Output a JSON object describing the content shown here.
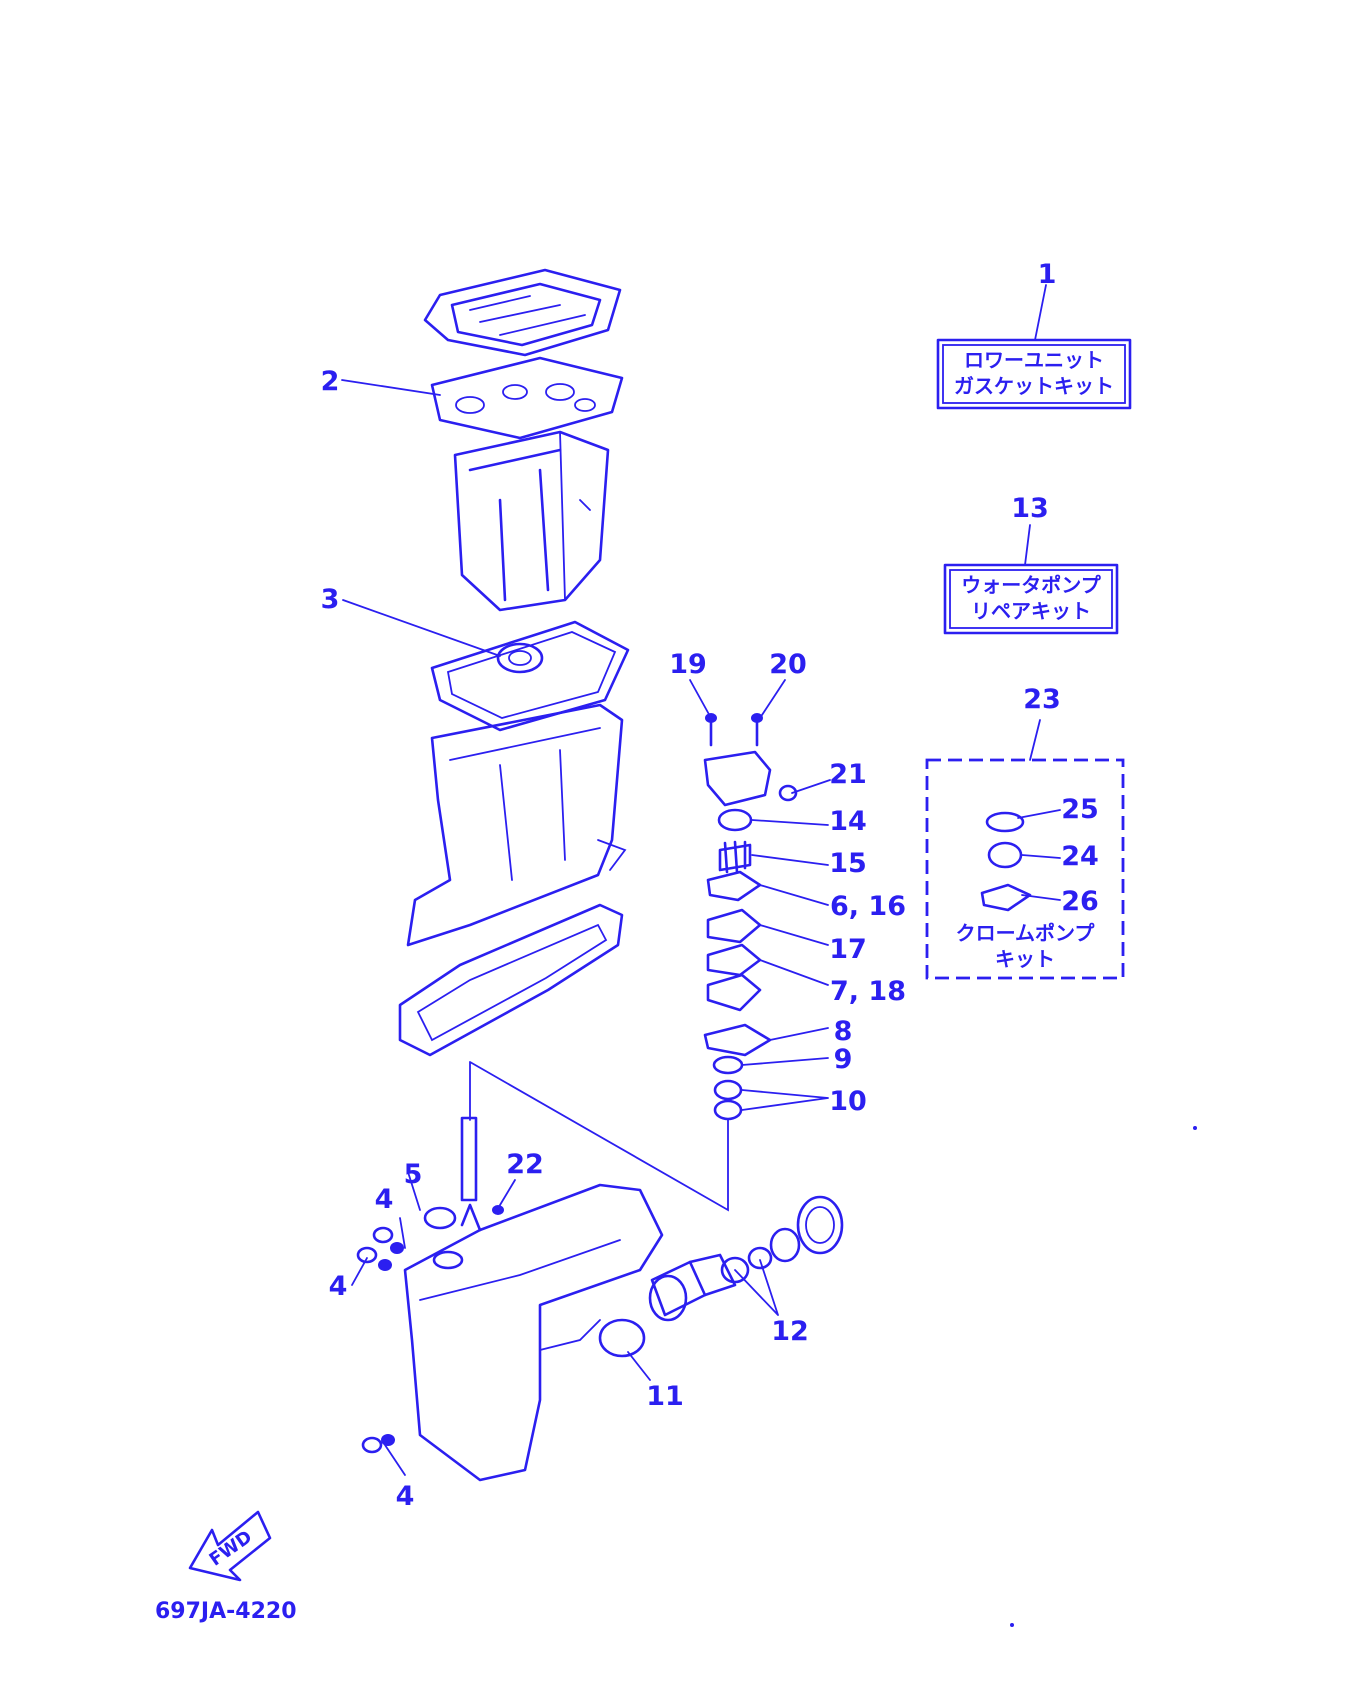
{
  "colors": {
    "ink": "#2b1ff0",
    "paper": "#ffffff"
  },
  "callouts": {
    "c1": "1",
    "c2": "2",
    "c3": "3",
    "c4a": "4",
    "c4b": "4",
    "c4c": "4",
    "c5": "5",
    "c6_16": "6, 16",
    "c7_18": "7, 18",
    "c8": "8",
    "c9": "9",
    "c10": "10",
    "c11": "11",
    "c12": "12",
    "c13": "13",
    "c14": "14",
    "c15": "15",
    "c17": "17",
    "c19": "19",
    "c20": "20",
    "c21": "21",
    "c22": "22",
    "c23": "23",
    "c24": "24",
    "c25": "25",
    "c26": "26"
  },
  "kits": {
    "lower_unit_gasket_kit": {
      "line1": "ロワーユニット",
      "line2": "ガスケットキット"
    },
    "water_pump_repair_kit": {
      "line1": "ウォータポンプ",
      "line2": "リペアキット"
    },
    "chrome_pump_kit": {
      "line1": "クロームポンプ",
      "line2": "キット"
    }
  },
  "fwd_arrow": {
    "label": "FWD",
    "icon": "fwd-arrow-icon"
  },
  "part_code": "697JA-4220"
}
